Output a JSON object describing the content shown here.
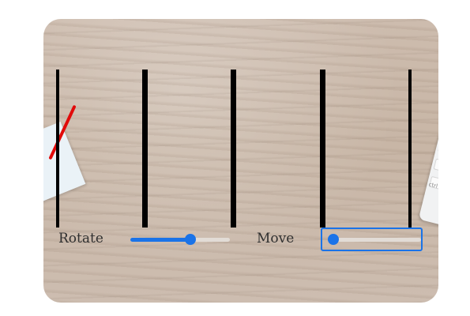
{
  "controls": {
    "rotate": {
      "label": "Rotate",
      "value": 0.6
    },
    "move": {
      "label": "Move",
      "value": 0.0,
      "focused": true
    }
  },
  "background": {
    "keyboard_key": "ctrl"
  },
  "colors": {
    "accent": "#1a73e8",
    "bars": "#000000"
  }
}
